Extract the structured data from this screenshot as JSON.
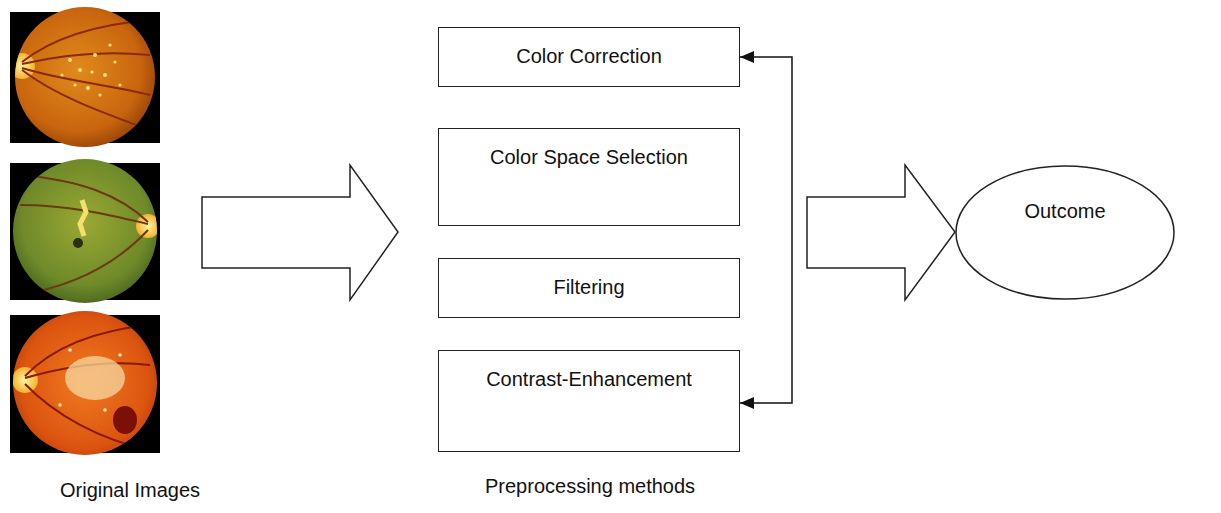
{
  "diagram": {
    "nodes": [
      {
        "text": [
          "Color Correction"
        ]
      },
      {
        "text": [
          "Color Space Selection"
        ]
      },
      {
        "text": [
          "Filtering"
        ]
      },
      {
        "text": [
          "Contrast-Enhancement"
        ]
      },
      {
        "text": [
          "Outcome"
        ]
      }
    ],
    "edges": [
      {
        "from": 0,
        "to": 3,
        "arrow": "both"
      }
    ],
    "labels": [
      "Original Images",
      "Preprocessing methods"
    ]
  }
}
